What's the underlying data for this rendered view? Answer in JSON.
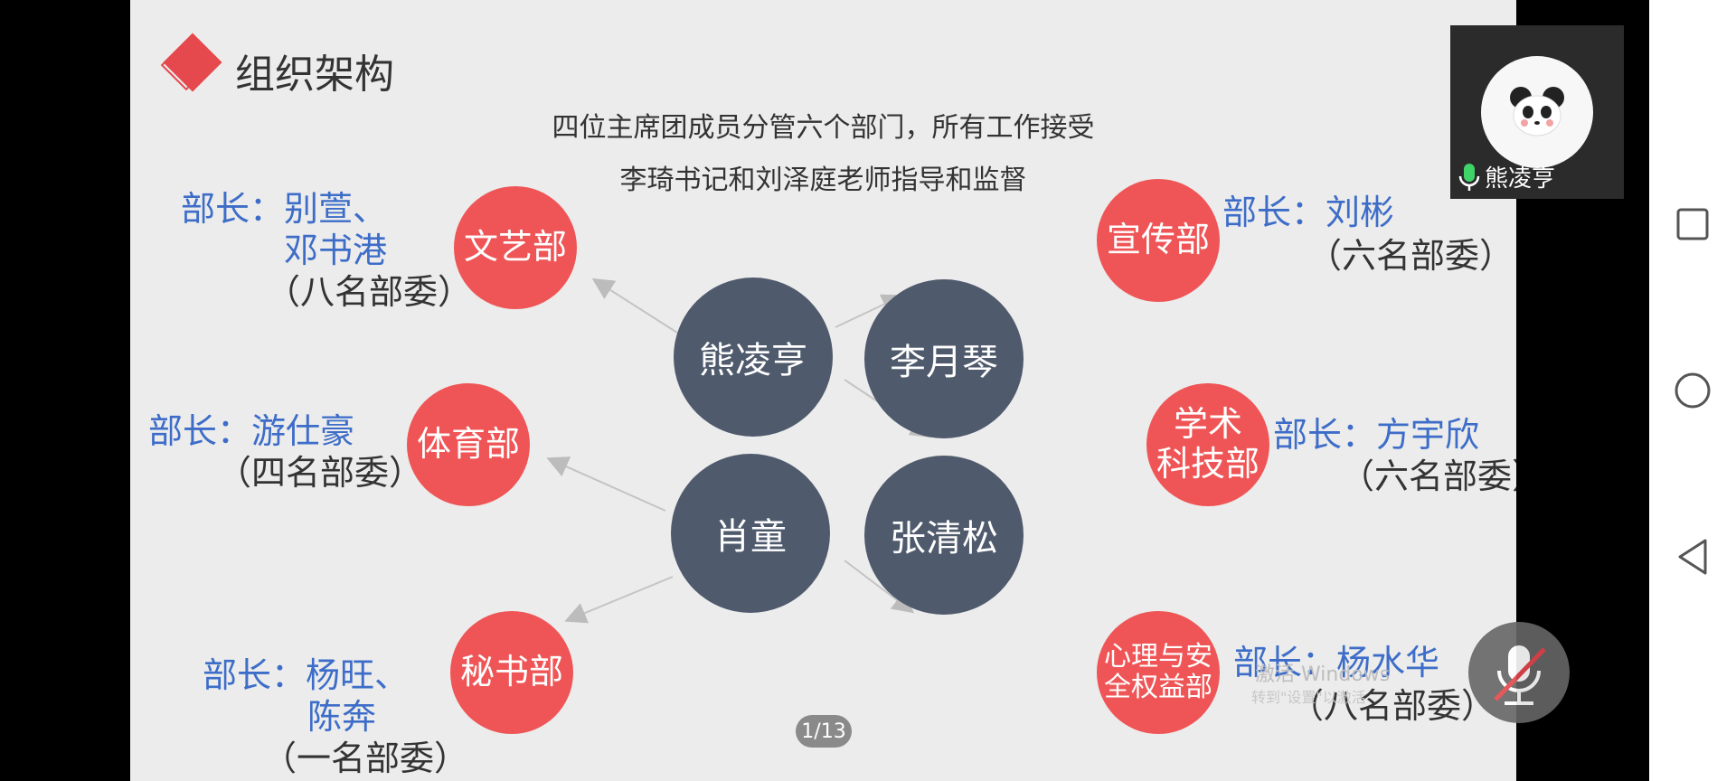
{
  "slide": {
    "title": "组织架构",
    "caption_line1": "四位主席团成员分管六个部门，所有工作接受",
    "caption_line2": "李琦书记和刘泽庭老师指导和监督",
    "leaders": [
      "熊凌亨",
      "李月琴",
      "肖童",
      "张清松"
    ],
    "departments": [
      {
        "name": "文艺部",
        "head_l1": "部长：别萱、",
        "head_l2": "邓书港",
        "members": "（八名部委）"
      },
      {
        "name": "宣传部",
        "head_l1": "部长：刘彬",
        "members": "（六名部委）"
      },
      {
        "name": "体育部",
        "head_l1": "部长：游仕豪",
        "members": "（四名部委）"
      },
      {
        "name_l1": "学术",
        "name_l2": "科技部",
        "head_l1": "部长：方宇欣",
        "members": "（六名部委）"
      },
      {
        "name": "秘书部",
        "head_l1": "部长：杨旺、",
        "head_l2": "陈奔",
        "members": "（一名部委）"
      },
      {
        "name_l1": "心理与安",
        "name_l2": "全权益部",
        "head_l1": "部长：杨水华",
        "members": "（八名部委）"
      }
    ],
    "page_indicator": "1/13",
    "watermark_l1": "激活 Windows",
    "watermark_l2": "转到\"设置\"以激活"
  },
  "video": {
    "participant_name": "熊凌亨"
  },
  "colors": {
    "accent_red": "#ef5556",
    "leader_circle": "#4f5a6c",
    "head_blue": "#3d6dc8"
  },
  "icons": {
    "mic": "mic-icon",
    "mic_muted": "mic-muted-icon",
    "nav_recent": "square-icon",
    "nav_home": "circle-icon",
    "nav_back": "triangle-back-icon"
  }
}
